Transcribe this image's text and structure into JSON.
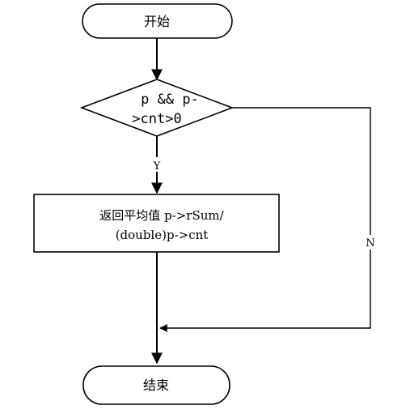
{
  "nodes": {
    "start": {
      "label": "开始"
    },
    "decision": {
      "line1": "p && p-",
      "line2": ">cnt>0"
    },
    "process": {
      "line1": "返回平均值 p->rSum/",
      "line2": "(double)p->cnt"
    },
    "end": {
      "label": "结束"
    }
  },
  "edges": {
    "yes_label": "Y",
    "no_label": "N"
  },
  "colors": {
    "stroke": "#000000",
    "background": "#ffffff"
  }
}
